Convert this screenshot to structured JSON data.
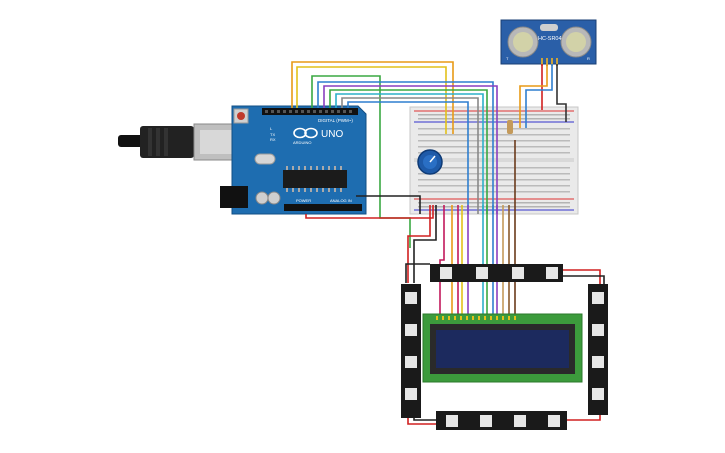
{
  "arduino": {
    "logo": "UNO",
    "brand": "ARDUINO",
    "header_digital": "DIGITAL (PWM~)",
    "header_power": "POWER",
    "header_analog": "ANALOG IN",
    "label_tx": "TX",
    "label_rx": "RX",
    "label_l": "L"
  },
  "sensor": {
    "model": "HC-SR04",
    "left_mark": "T",
    "right_mark": "R"
  },
  "colors": {
    "arduino_board": "#1e6db0",
    "breadboard": "#eaeaea",
    "lcd_pcb": "#3c9b3c",
    "lcd_screen": "#1c2a5e",
    "sensor_board": "#2a5fa8",
    "neopixel_strip": "#1a1a1a",
    "potentiometer": "#1e5aa8"
  },
  "icons": {
    "usb": "usb-cable-icon",
    "pot": "potentiometer-knob-icon"
  }
}
